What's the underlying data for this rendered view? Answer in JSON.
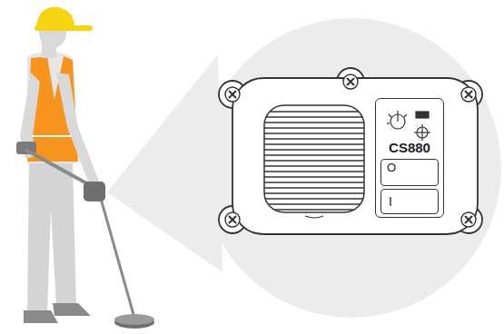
{
  "diagram": {
    "nodes": [
      {
        "text": [
          "CS880"
        ]
      },
      {
        "text": [
          "O"
        ],
        "in": 0
      },
      {
        "text": [
          "I"
        ],
        "in": 0
      }
    ]
  }
}
